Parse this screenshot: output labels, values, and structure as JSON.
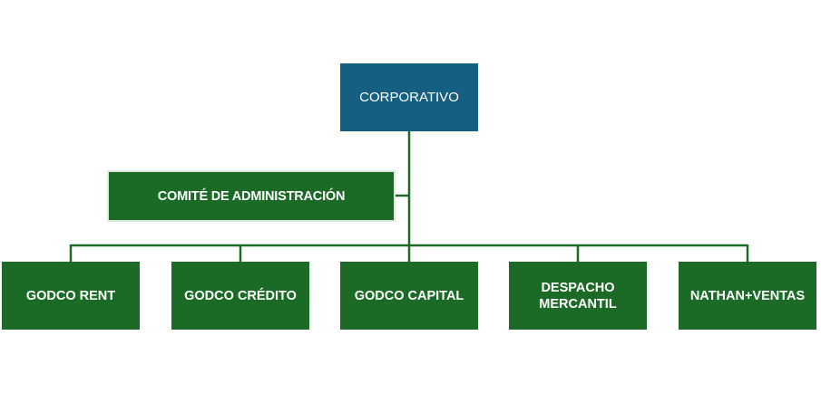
{
  "chart": {
    "top_node": "CORPORATIVO",
    "committee": "COMITÉ DE ADMINISTRACIÓN",
    "units": [
      "GODCO RENT",
      "GODCO CRÉDITO",
      "GODCO CAPITAL",
      "DESPACHO MERCANTIL",
      "NATHAN+VENTAS"
    ]
  },
  "colors": {
    "top_node_fill": "#155f80",
    "node_fill": "#1b6b26",
    "connector": "#1b6b26",
    "text": "#ffffff"
  }
}
